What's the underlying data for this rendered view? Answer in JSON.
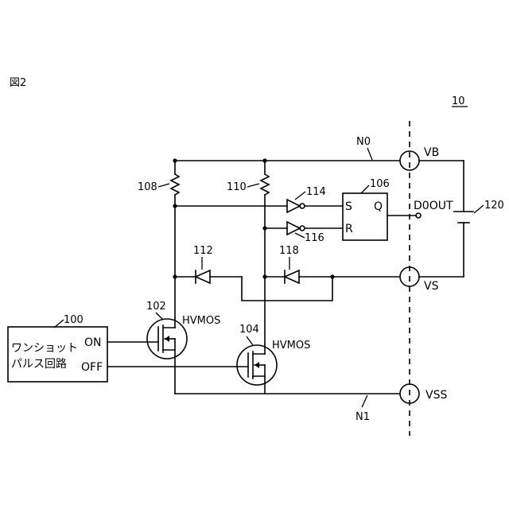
{
  "figure": {
    "title": "図2",
    "system_ref": "10"
  },
  "terminals": {
    "vb": "VB",
    "vs": "VS",
    "vss": "VSS",
    "d0out": "D0OUT"
  },
  "nodes": {
    "n0": "N0",
    "n1": "N1"
  },
  "oneshot": {
    "ref": "100",
    "line1": "ワンショット",
    "line2": "パルス回路",
    "on": "ON",
    "off": "OFF"
  },
  "transistors": {
    "t102": {
      "ref": "102",
      "label": "HVMOS"
    },
    "t104": {
      "ref": "104",
      "label": "HVMOS"
    }
  },
  "flipflop": {
    "ref": "106",
    "s": "S",
    "r": "R",
    "q": "Q"
  },
  "resistors": {
    "r108": "108",
    "r110": "110"
  },
  "diodes": {
    "d112": "112",
    "d118": "118"
  },
  "inverters": {
    "i114": "114",
    "i116": "116"
  },
  "battery": {
    "ref": "120"
  }
}
